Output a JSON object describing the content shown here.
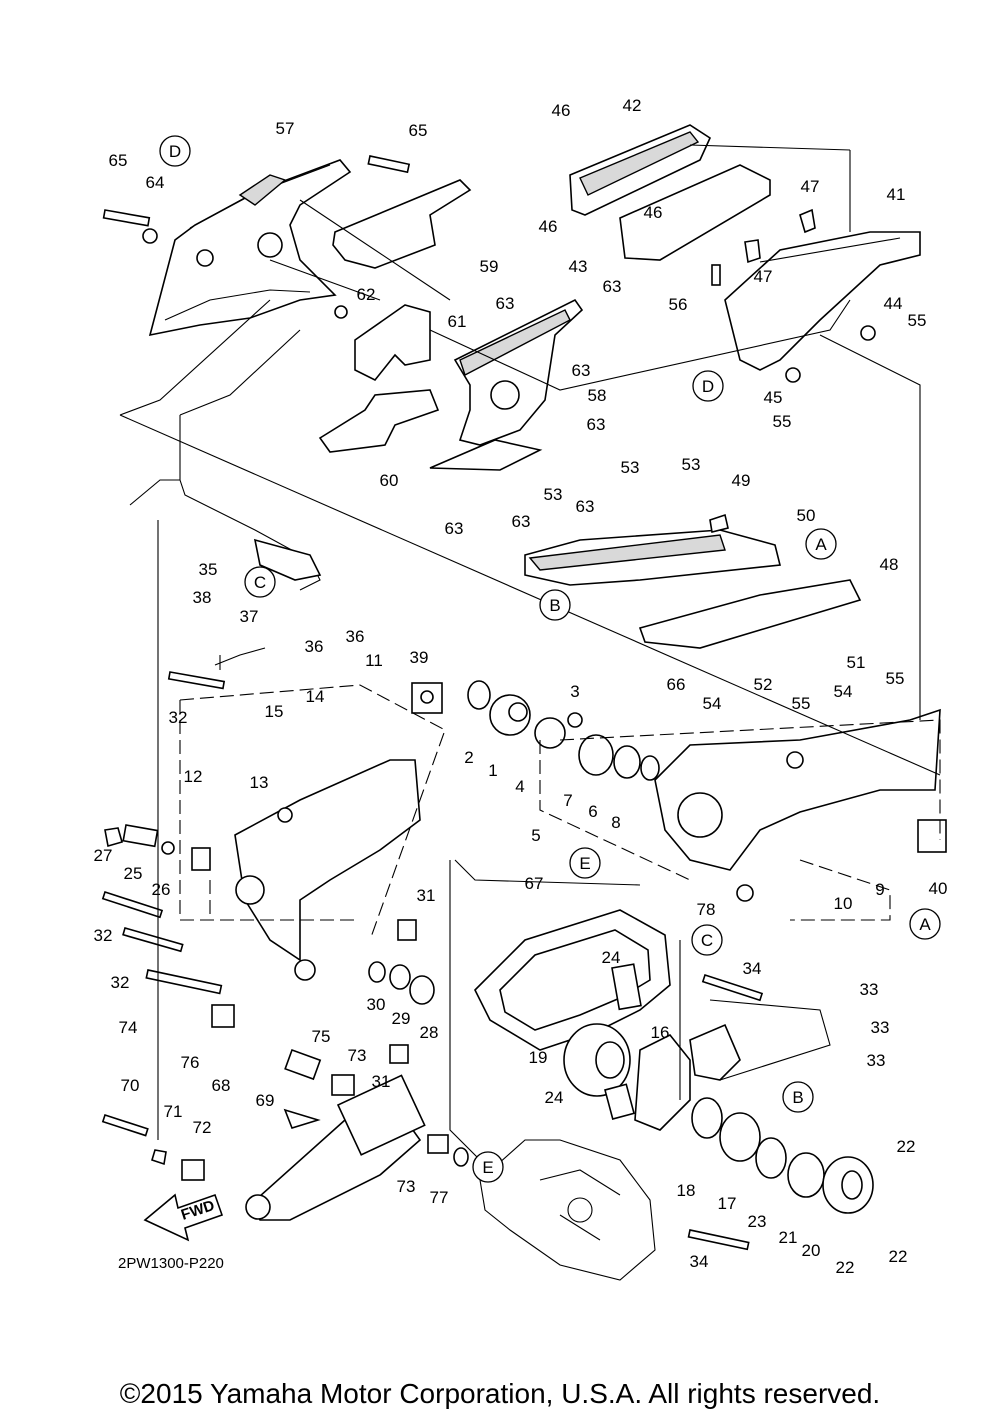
{
  "diagram_ref": "2PW1300-P220",
  "copyright": "©2015 Yamaha Motor Corporation, U.S.A. All rights reserved.",
  "fwd_label": "FWD",
  "part_numbers": {
    "p1": "1",
    "p2": "2",
    "p3": "3",
    "p4": "4",
    "p5": "5",
    "p6": "6",
    "p7": "7",
    "p8": "8",
    "p9": "9",
    "p10": "10",
    "p11": "11",
    "p12": "12",
    "p13": "13",
    "p14": "14",
    "p15": "15",
    "p16": "16",
    "p17": "17",
    "p18": "18",
    "p19": "19",
    "p20": "20",
    "p21": "21",
    "p22": "22",
    "p23": "23",
    "p24": "24",
    "p25": "25",
    "p26": "26",
    "p27": "27",
    "p28": "28",
    "p29": "29",
    "p30": "30",
    "p31": "31",
    "p32": "32",
    "p33": "33",
    "p34": "34",
    "p35": "35",
    "p36": "36",
    "p37": "37",
    "p38": "38",
    "p39": "39",
    "p40": "40",
    "p41": "41",
    "p42": "42",
    "p43": "43",
    "p44": "44",
    "p45": "45",
    "p46": "46",
    "p47": "47",
    "p48": "48",
    "p49": "49",
    "p50": "50",
    "p51": "51",
    "p52": "52",
    "p53": "53",
    "p54": "54",
    "p55": "55",
    "p56": "56",
    "p57": "57",
    "p58": "58",
    "p59": "59",
    "p60": "60",
    "p61": "61",
    "p62": "62",
    "p63": "63",
    "p64": "64",
    "p65": "65",
    "p66": "66",
    "p67": "67",
    "p68": "68",
    "p69": "69",
    "p70": "70",
    "p71": "71",
    "p72": "72",
    "p73": "73",
    "p74": "74",
    "p75": "75",
    "p76": "76",
    "p77": "77",
    "p78": "78"
  },
  "reference_markers": {
    "A": "A",
    "B": "B",
    "C": "C",
    "D": "D",
    "E": "E"
  }
}
